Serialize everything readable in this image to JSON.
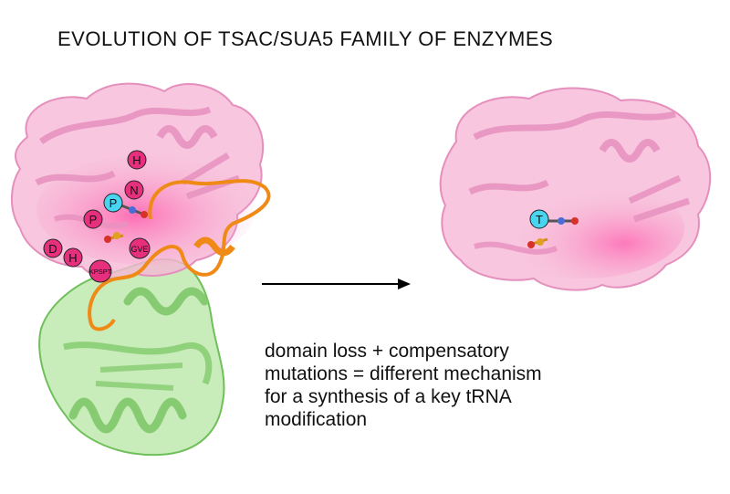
{
  "title": "EVOLUTION OF TSAC/SUA5 FAMILY OF ENZYMES",
  "caption": {
    "lines": [
      "domain loss + compensatory",
      "mutations = different mechanism",
      "for a synthesis of a key tRNA",
      "modification"
    ]
  },
  "left_structure": {
    "residues": [
      "H",
      "N",
      "P",
      "P",
      "D",
      "H",
      "GVE",
      "KPSPT"
    ]
  },
  "right_structure": {
    "residues": [
      "T"
    ]
  },
  "colors": {
    "catalytic_domain": "#f2a6cc",
    "catalytic_glow": "#ff5fae",
    "sua5_domain": "#a9dd94",
    "linker": "#f08a16",
    "residue_magenta": "#e62f7d",
    "residue_cyan": "#49d4f0",
    "arrow": "#000000"
  }
}
